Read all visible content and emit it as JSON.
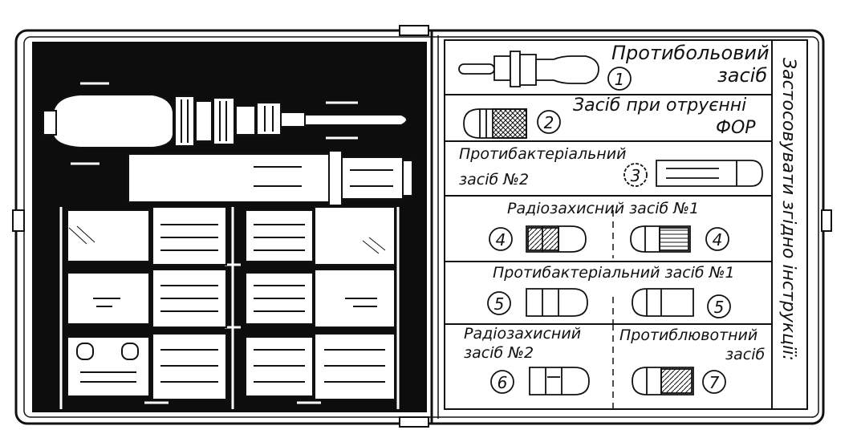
{
  "instruction_text": "Застосовувати згідно інструкції:",
  "compartments": [
    {
      "line1": "Протибольовий",
      "line2": "засіб",
      "number": "1"
    },
    {
      "line1": "Засіб при отруєнні",
      "line2": "ФОР",
      "number": "2"
    },
    {
      "line1": "Протибактеріальний",
      "line2": "засіб №2",
      "number": "3"
    },
    {
      "line1": "Радіозахисний засіб №1",
      "number": "4"
    },
    {
      "line1": "Протибактеріальний засіб №1",
      "number": "5"
    },
    {
      "line1": "Радіозахисний",
      "line2": "засіб №2",
      "number": "6"
    },
    {
      "line1": "Протиблювотний",
      "line2": "засіб",
      "number": "7"
    }
  ],
  "colors": {
    "ink": "#111111",
    "paper": "#ffffff",
    "case_interior": "#0d0d0d"
  }
}
